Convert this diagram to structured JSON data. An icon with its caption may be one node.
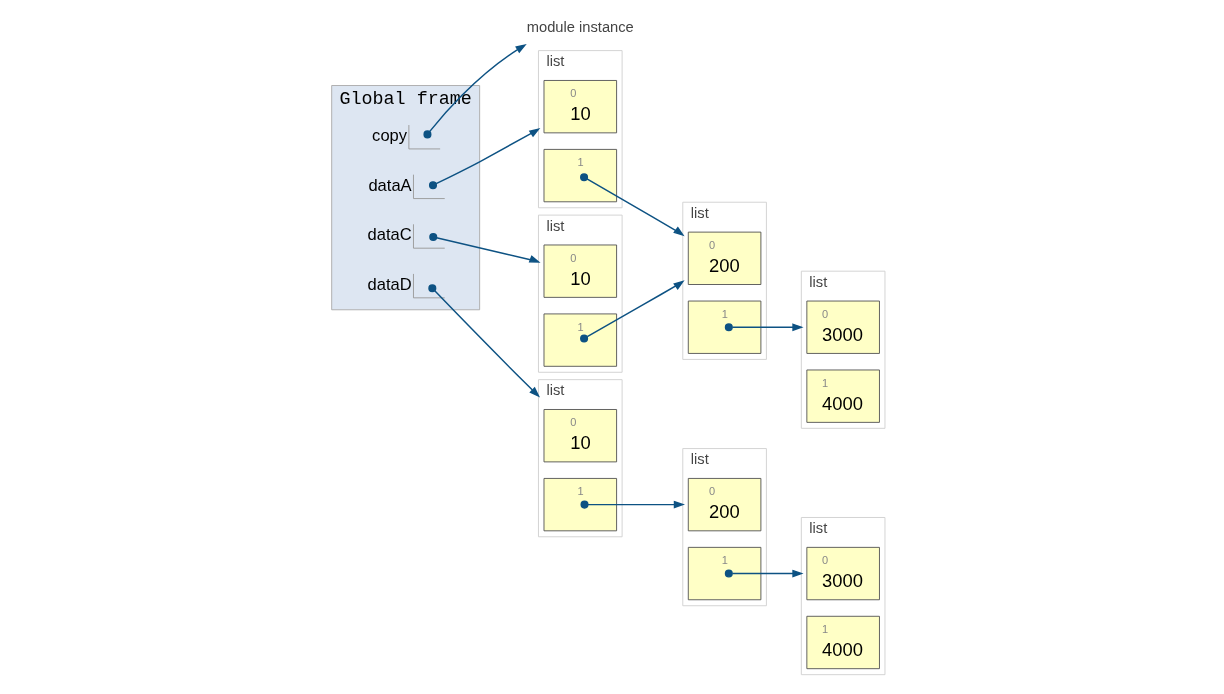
{
  "diagram": {
    "nodes": [
      {
        "text": [
          "Global frame"
        ]
      },
      {
        "text": [
          "copy"
        ],
        "in": 0
      },
      {
        "text": [
          "dataA"
        ],
        "in": 0
      },
      {
        "text": [
          "dataC"
        ],
        "in": 0
      },
      {
        "text": [
          "dataD"
        ],
        "in": 0
      },
      {
        "text": [
          "module instance"
        ]
      },
      {
        "text": [
          "list"
        ]
      },
      {
        "text": [
          "0",
          "10"
        ],
        "in": 6
      },
      {
        "text": [
          "1"
        ],
        "in": 6
      },
      {
        "text": [
          "list"
        ]
      },
      {
        "text": [
          "0",
          "200"
        ],
        "in": 9
      },
      {
        "text": [
          "1"
        ],
        "in": 9
      },
      {
        "text": [
          "list"
        ]
      },
      {
        "text": [
          "0",
          "3000"
        ],
        "in": 12
      },
      {
        "text": [
          "1",
          "4000"
        ],
        "in": 12
      },
      {
        "text": [
          "list"
        ]
      },
      {
        "text": [
          "0",
          "10"
        ],
        "in": 15
      },
      {
        "text": [
          "1"
        ],
        "in": 15
      },
      {
        "text": [
          "list"
        ]
      },
      {
        "text": [
          "0",
          "10"
        ],
        "in": 18
      },
      {
        "text": [
          "1"
        ],
        "in": 18
      },
      {
        "text": [
          "list"
        ]
      },
      {
        "text": [
          "0",
          "200"
        ],
        "in": 21
      },
      {
        "text": [
          "1"
        ],
        "in": 21
      },
      {
        "text": [
          "list"
        ]
      },
      {
        "text": [
          "0",
          "3000"
        ],
        "in": 24
      },
      {
        "text": [
          "1",
          "4000"
        ],
        "in": 24
      }
    ],
    "edges": [
      {
        "from": 1,
        "to": 5,
        "arrow": "to"
      },
      {
        "from": 2,
        "to": 6,
        "arrow": "to"
      },
      {
        "from": 3,
        "to": 15,
        "arrow": "to"
      },
      {
        "from": 4,
        "to": 18,
        "arrow": "to"
      },
      {
        "from": 8,
        "to": 9,
        "arrow": "to"
      },
      {
        "from": 11,
        "to": 12,
        "arrow": "to"
      },
      {
        "from": 17,
        "to": 9,
        "arrow": "to"
      },
      {
        "from": 20,
        "to": 21,
        "arrow": "to"
      },
      {
        "from": 23,
        "to": 24,
        "arrow": "to"
      }
    ]
  }
}
